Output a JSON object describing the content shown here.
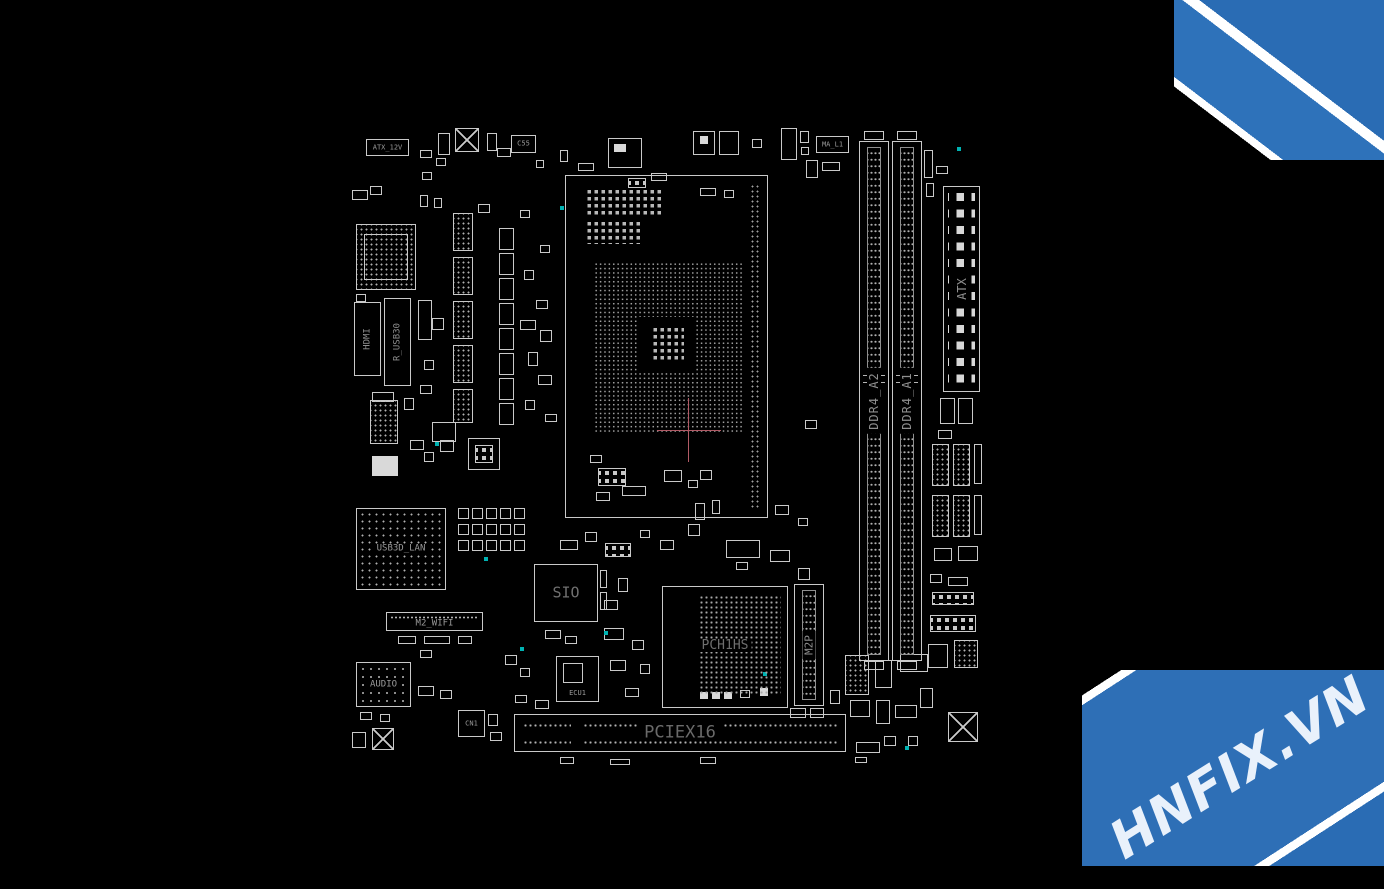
{
  "watermark": {
    "text": "HNFIX.VN"
  },
  "labels": {
    "atx_12v": "ATX_12V",
    "c55": "C55",
    "ma_l1": "MA_L1",
    "ddr4_a2": "DDR4_A2",
    "ddr4_a1": "DDR4_A1",
    "atx": "ATX",
    "hdmi": "HDMI",
    "r_usb30": "R_USB30",
    "usb3d_lan": "USB3D_LAN",
    "m2_wifi": "M2_WIFI",
    "audio": "AUDIO",
    "sio": "SIO",
    "pch": "PCH1HS",
    "m2p": "M2P",
    "pciex16": "PCIEX16",
    "ecu1": "ECU1",
    "cn1": "CN1"
  },
  "colors": {
    "background": "#000000",
    "silkscreen": "#c9c9c9",
    "label_gray": "#8f8f8f",
    "ribbon_blue": "#2a6cb4",
    "crosshair_pink": "#b25b66",
    "testpoint_cyan": "#00b2b2"
  }
}
